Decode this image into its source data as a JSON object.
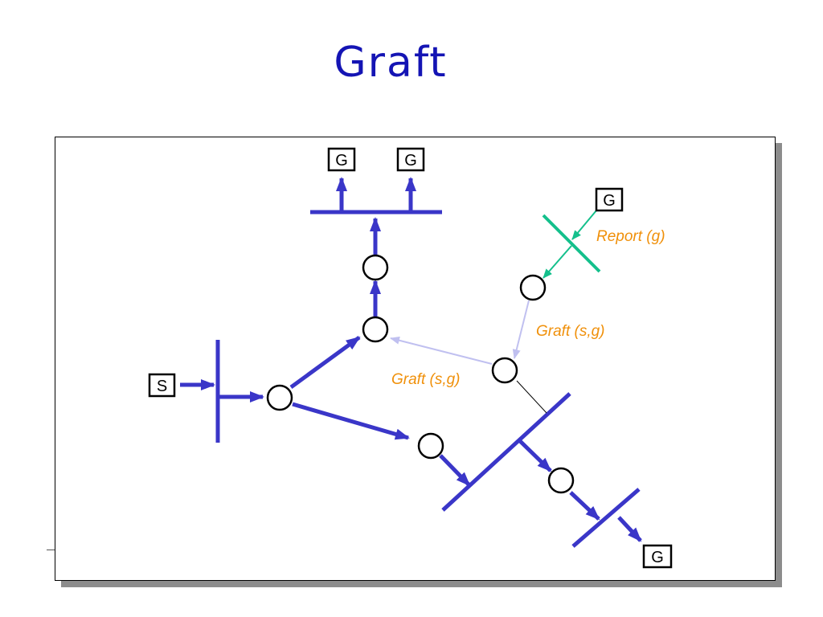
{
  "title": "Graft",
  "colors": {
    "title": "#1414b4",
    "tree": "#3a36c8",
    "report": "#14c08c",
    "graft_faint": "#c0c0f0",
    "annotation": "#f0900a"
  },
  "diagram": {
    "source_label": "S",
    "group_member_labels": [
      "G",
      "G",
      "G",
      "G"
    ],
    "annotations": {
      "report": "Report (g)",
      "graft_upper": "Graft (s,g)",
      "graft_lower": "Graft (s,g)"
    }
  }
}
